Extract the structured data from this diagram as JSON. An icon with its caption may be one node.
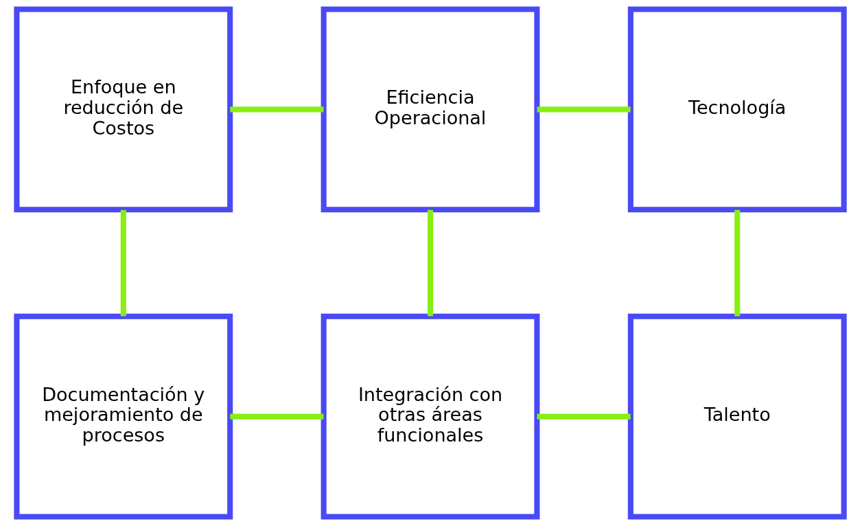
{
  "diagram": {
    "nodes": [
      {
        "text": [
          "Enfoque en reducción de Costos"
        ]
      },
      {
        "text": [
          "Eficiencia Operacional"
        ]
      },
      {
        "text": [
          "Tecnología"
        ]
      },
      {
        "text": [
          "Documentación y mejoramiento de procesos"
        ]
      },
      {
        "text": [
          "Integración con otras áreas funcionales"
        ]
      },
      {
        "text": [
          "Talento"
        ]
      }
    ],
    "edges": [
      {
        "from": 0,
        "to": 1,
        "arrow": "none"
      },
      {
        "from": 1,
        "to": 2,
        "arrow": "none"
      },
      {
        "from": 0,
        "to": 3,
        "arrow": "none"
      },
      {
        "from": 1,
        "to": 4,
        "arrow": "none"
      },
      {
        "from": 2,
        "to": 5,
        "arrow": "none"
      },
      {
        "from": 3,
        "to": 4,
        "arrow": "none"
      },
      {
        "from": 4,
        "to": 5,
        "arrow": "none"
      }
    ]
  }
}
